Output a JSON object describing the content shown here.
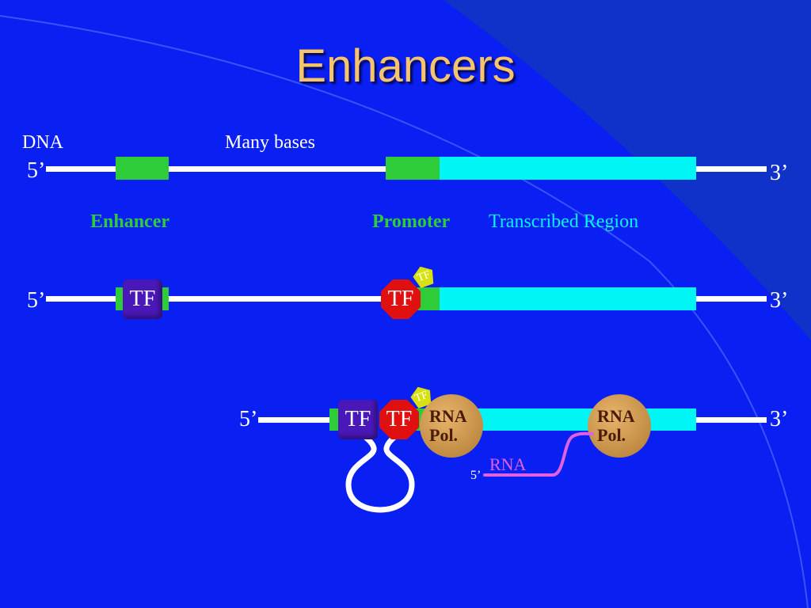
{
  "title": "Enhancers",
  "labels": {
    "dna": "DNA",
    "many_bases": "Many bases",
    "five_prime": "5’",
    "three_prime": "3’",
    "enhancer": "Enhancer",
    "promoter": "Promoter",
    "transcribed_region": "Transcribed Region",
    "tf": "TF",
    "rna_pol_line1": "RNA",
    "rna_pol_line2": "Pol.",
    "rna": "RNA"
  },
  "colors": {
    "background": "#0a1ff2",
    "title": "#f7c46c",
    "enhancer_label": "#2fcc3a",
    "promoter_label": "#2fcc3a",
    "transcribed_label": "#00f5f5",
    "strand": "#ffffff",
    "rna": "#e060e0"
  }
}
